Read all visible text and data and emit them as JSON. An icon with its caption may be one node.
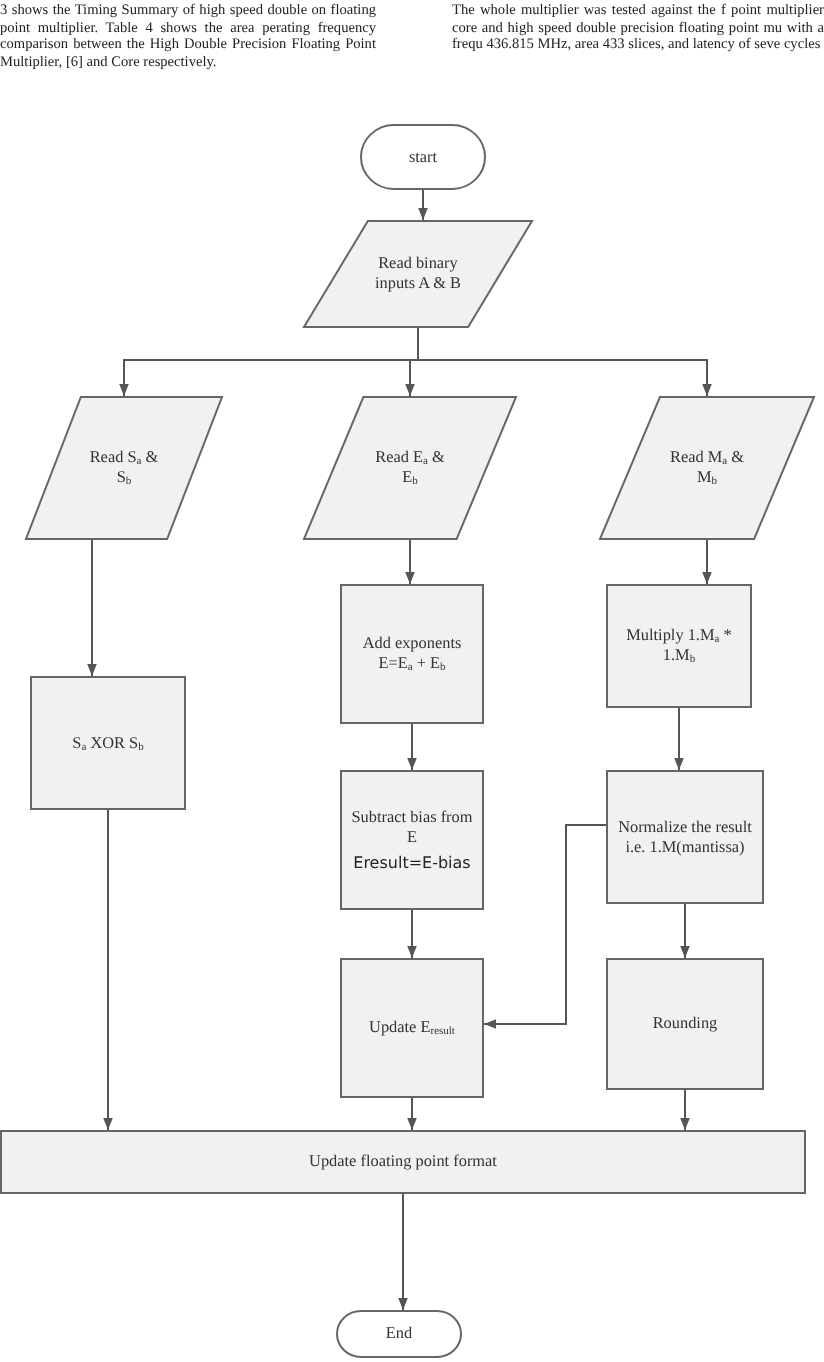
{
  "diagram": {
    "nodes": [
      {
        "text": [
          "start"
        ]
      },
      {
        "text": [
          "Read binary inputs A & B"
        ]
      },
      {
        "text": [
          "Read S$_{a}$ & S$_{b}$"
        ]
      },
      {
        "text": [
          "Read E$_{a}$ & E$_{b}$"
        ]
      },
      {
        "text": [
          "Read M$_{a}$ & M$_{b}$"
        ]
      },
      {
        "text": [
          "S$_{a}$ XOR S$_{b}$"
        ]
      },
      {
        "text": [
          "Add exponents E=E$_{a}$ + E$_{b}$"
        ]
      },
      {
        "text": [
          "Multiply 1.M$_{a}$ * 1.M$_{b}$"
        ]
      },
      {
        "text": [
          "Subtract bias from E",
          "Eresult=E-bias"
        ]
      },
      {
        "text": [
          "Normalize the result i.e. 1.M(mantissa)"
        ]
      },
      {
        "text": [
          "Update E$_{result}$"
        ]
      },
      {
        "text": [
          "Rounding"
        ]
      },
      {
        "text": [
          "Update  floating point format"
        ]
      },
      {
        "text": [
          "End"
        ]
      }
    ],
    "edges": [
      {
        "from": 0,
        "to": 1,
        "arrow": "to"
      },
      {
        "from": 1,
        "to": 2,
        "arrow": "to"
      },
      {
        "from": 1,
        "to": 3,
        "arrow": "to"
      },
      {
        "from": 1,
        "to": 4,
        "arrow": "to"
      },
      {
        "from": 2,
        "to": 5,
        "arrow": "to"
      },
      {
        "from": 3,
        "to": 6,
        "arrow": "to"
      },
      {
        "from": 4,
        "to": 7,
        "arrow": "to"
      },
      {
        "from": 6,
        "to": 8,
        "arrow": "to"
      },
      {
        "from": 7,
        "to": 9,
        "arrow": "to"
      },
      {
        "from": 8,
        "to": 10,
        "arrow": "to"
      },
      {
        "from": 9,
        "to": 11,
        "arrow": "to"
      },
      {
        "from": 9,
        "to": 10,
        "arrow": "to"
      },
      {
        "from": 5,
        "to": 12,
        "arrow": "to"
      },
      {
        "from": 10,
        "to": 12,
        "arrow": "to"
      },
      {
        "from": 11,
        "to": 12,
        "arrow": "to"
      },
      {
        "from": 12,
        "to": 13,
        "arrow": "to"
      }
    ],
    "labels": [
      "3 shows the Timing Summary of high speed double on floating point multiplier. Table 4 shows the area perating frequency comparison between the High Double Precision Floating Point Multiplier, [6] and Core respectively.",
      "The whole multiplier was tested against the f point multiplier core and high speed double precision floating point mu with a frequ 436.815 MHz, area 433 slices, and latency of seve cycles"
    ]
  }
}
